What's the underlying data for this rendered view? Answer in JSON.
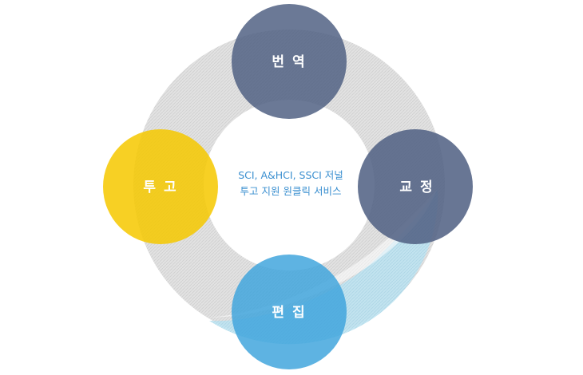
{
  "center": {
    "line1": "SCI, A&HCI, SSCI 저널",
    "line2": "투고 지원 원클릭 서비스"
  },
  "nodes": {
    "translation": {
      "label": "번 역",
      "color": "#4f5f82"
    },
    "proofreading": {
      "label": "교 정",
      "color": "#4f5f82"
    },
    "editing": {
      "label": "편 집",
      "color": "#3fa4dc"
    },
    "submission": {
      "label": "투 고",
      "color": "#f6c800"
    }
  },
  "ring": {
    "gray_color": "#dddddd",
    "blue_color": "#b5dfee"
  }
}
